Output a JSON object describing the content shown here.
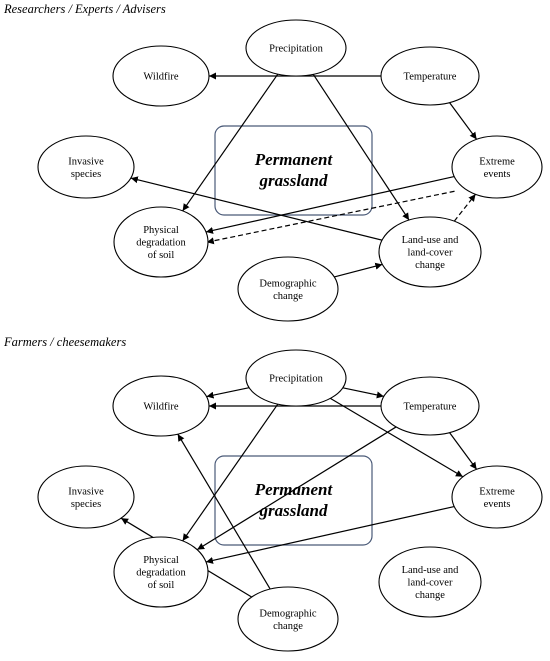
{
  "panels": [
    {
      "title": "Researchers / Experts / Advisers",
      "center": [
        "Permanent",
        "grassland"
      ],
      "nodes": {
        "precipitation": [
          "Precipitation"
        ],
        "wildfire": [
          "Wildfire"
        ],
        "temperature": [
          "Temperature"
        ],
        "invasive": [
          "Invasive",
          "species"
        ],
        "extreme": [
          "Extreme",
          "events"
        ],
        "physical": [
          "Physical",
          "degradation",
          "of soil"
        ],
        "landuse": [
          "Land-use and",
          "land-cover",
          "change"
        ],
        "demographic": [
          "Demographic",
          "change"
        ]
      },
      "links": [
        {
          "from": "temperature",
          "to": "wildfire",
          "style": "solid"
        },
        {
          "from": "temperature",
          "to": "extreme",
          "style": "solid"
        },
        {
          "from": "precipitation",
          "to": "physical",
          "style": "solid"
        },
        {
          "from": "precipitation",
          "to": "landuse",
          "style": "solid"
        },
        {
          "from": "extreme",
          "to": "physical",
          "style": "solid"
        },
        {
          "from": "extreme",
          "to": "physical",
          "style": "dashed"
        },
        {
          "from": "landuse",
          "to": "invasive",
          "style": "solid"
        },
        {
          "from": "landuse",
          "to": "extreme",
          "style": "dashed"
        },
        {
          "from": "demographic",
          "to": "landuse",
          "style": "solid"
        }
      ]
    },
    {
      "title": "Farmers / cheesemakers",
      "center": [
        "Permanent",
        "grassland"
      ],
      "nodes": {
        "precipitation": [
          "Precipitation"
        ],
        "wildfire": [
          "Wildfire"
        ],
        "temperature": [
          "Temperature"
        ],
        "invasive": [
          "Invasive",
          "species"
        ],
        "extreme": [
          "Extreme",
          "events"
        ],
        "physical": [
          "Physical",
          "degradation",
          "of soil"
        ],
        "landuse": [
          "Land-use and",
          "land-cover",
          "change"
        ],
        "demographic": [
          "Demographic",
          "change"
        ]
      },
      "links": [
        {
          "from": "precipitation",
          "to": "wildfire",
          "style": "solid"
        },
        {
          "from": "precipitation",
          "to": "temperature",
          "style": "solid"
        },
        {
          "from": "temperature",
          "to": "wildfire",
          "style": "solid"
        },
        {
          "from": "temperature",
          "to": "extreme",
          "style": "solid"
        },
        {
          "from": "precipitation",
          "to": "extreme",
          "style": "solid"
        },
        {
          "from": "precipitation",
          "to": "physical",
          "style": "solid"
        },
        {
          "from": "temperature",
          "to": "physical",
          "style": "solid"
        },
        {
          "from": "extreme",
          "to": "physical",
          "style": "solid"
        },
        {
          "from": "demographic",
          "to": "wildfire",
          "style": "solid"
        },
        {
          "from": "demographic",
          "to": "invasive",
          "style": "solid"
        }
      ]
    }
  ]
}
